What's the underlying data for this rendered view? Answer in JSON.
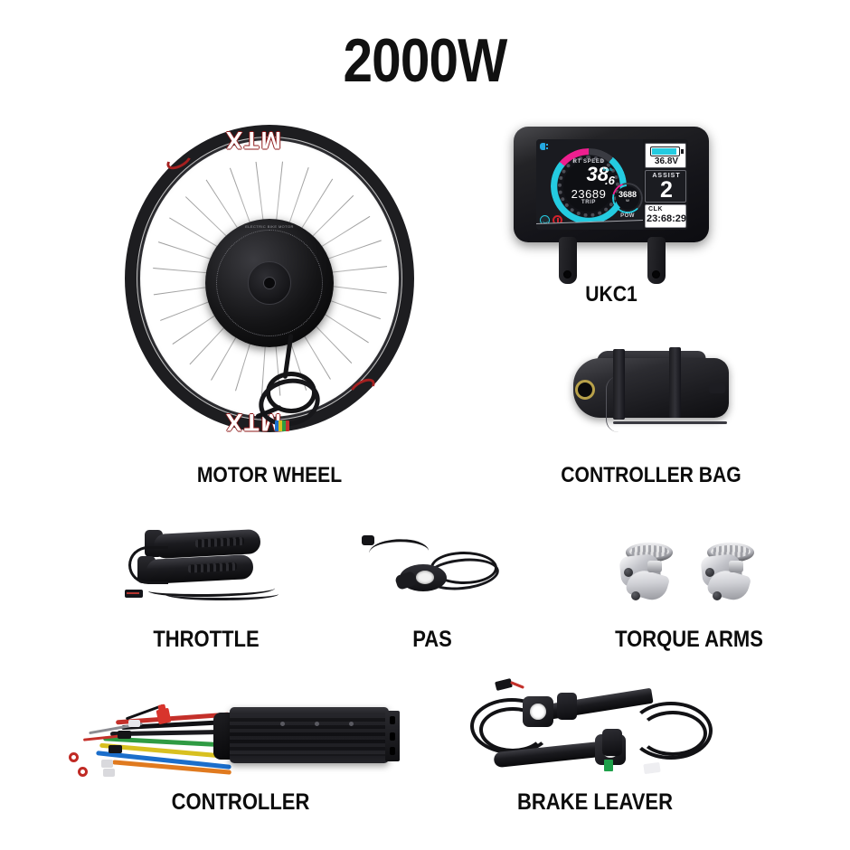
{
  "page": {
    "title": "2000W",
    "background_color": "#ffffff"
  },
  "products": {
    "motor_wheel": {
      "caption": "MOTOR WHEEL",
      "rim_decal": "MTX",
      "hub_label": "ELECTRIC BIKE MOTOR"
    },
    "display": {
      "caption": "UKC1",
      "model": "UKC1",
      "screen": {
        "speed_label": "RT SPEED",
        "speed_value": "38",
        "speed_decimal": ".6",
        "speed_unit": "km/h",
        "odometer": "23689",
        "trip_label": "TRIP",
        "power_value": "3688",
        "power_unit": "W",
        "power_label": "POW",
        "voltage": "36.8V",
        "assist_label": "ASSIST",
        "assist_value": "2",
        "clock_label": "CLK",
        "clock_value": "23:68:29",
        "accent_cyan": "#24cbe0",
        "accent_magenta": "#ee1f8f",
        "accent_red": "#d0222c"
      }
    },
    "controller_bag": {
      "caption": "CONTROLLER BAG"
    },
    "throttle": {
      "caption": "THROTTLE"
    },
    "pas": {
      "caption": "PAS"
    },
    "torque_arms": {
      "caption": "TORQUE ARMS"
    },
    "controller": {
      "caption": "CONTROLLER"
    },
    "brake_lever": {
      "caption": "BRAKE LEAVER"
    }
  }
}
